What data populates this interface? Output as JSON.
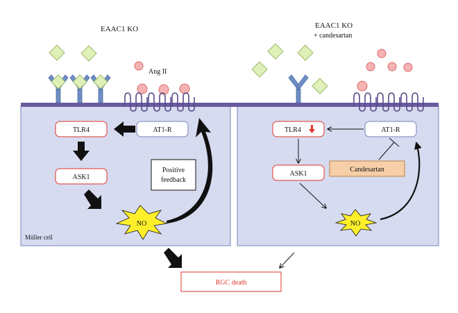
{
  "left_panel": {
    "title": "EAAC1 KO",
    "ligand_label": "Ang II",
    "tlr4": "TLR4",
    "at1r": "AT1-R",
    "ask1": "ASK1",
    "no": "NO",
    "feedback_line1": "Positive",
    "feedback_line2": "feedback",
    "cell_label": "Müller cell"
  },
  "right_panel": {
    "title_line1": "EAAC1 KO",
    "title_line2": "+ candesartan",
    "tlr4": "TLR4",
    "at1r": "AT1-R",
    "ask1": "ASK1",
    "no": "NO",
    "inhibitor": "Candesartan"
  },
  "outcome": "RGC death",
  "colors": {
    "membrane": "#6a5aa0",
    "cell_fill": "#d6dbf0",
    "cell_border": "#7a82b8",
    "diamond": "#dff0b8",
    "diamond_stroke": "#9fb86a",
    "angii": "#f6b3b3",
    "angii_stroke": "#d86a6a",
    "receptor": "#6f8fc4",
    "at1r_coil": "#5a4a8a",
    "no_burst": "#ffef2a",
    "red_box": "#e0352b",
    "candesartan_fill": "#f6cfa8",
    "down_arrow": "#e0352b"
  }
}
